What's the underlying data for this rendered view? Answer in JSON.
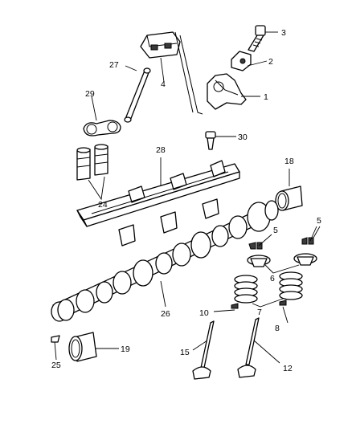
{
  "callouts": {
    "c1": "1",
    "c2": "2",
    "c3": "3",
    "c4": "4",
    "c5a": "5",
    "c5b": "5",
    "c6": "6",
    "c7": "7",
    "c8": "8",
    "c10": "10",
    "c12": "12",
    "c15": "15",
    "c18": "18",
    "c19": "19",
    "c24": "24",
    "c25": "25",
    "c26": "26",
    "c27": "27",
    "c28": "28",
    "c29": "29",
    "c30": "30"
  }
}
